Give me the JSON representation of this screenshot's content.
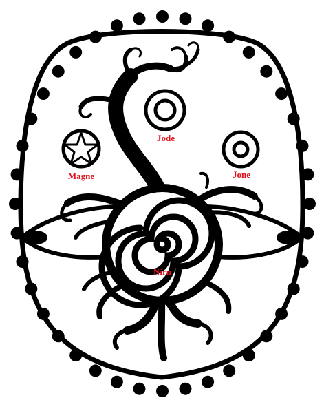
{
  "labels": {
    "jode": "Jode",
    "magne": "Magne",
    "jone": "Jone",
    "nirn": "Nirn"
  },
  "colors": {
    "ink": "#000000",
    "background": "#ffffff",
    "label": "#e0141e"
  },
  "icons": {
    "jode": "concentric-rings-icon",
    "magne": "pentagram-star-icon",
    "jone": "concentric-rings-icon",
    "nirn": "spiral-icon",
    "tree": "branching-tree-icon"
  }
}
